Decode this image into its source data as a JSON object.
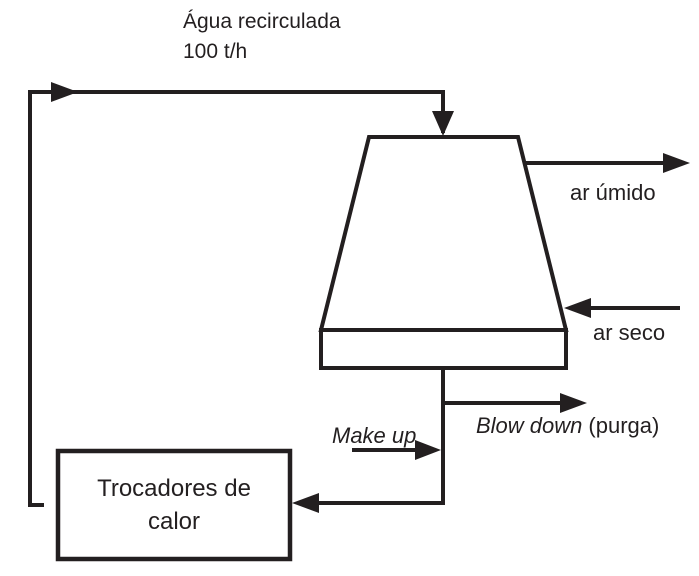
{
  "diagram": {
    "type": "process-flow-diagram",
    "subject": "cooling-tower-water-recirculation-loop",
    "labels": {
      "recirculated_water_line1": "Água recirculada",
      "recirculated_water_line2": "100 t/h",
      "humid_air": "ar úmido",
      "dry_air": "ar seco",
      "blow_down": "Blow down",
      "blow_down_suffix": "(purga)",
      "make_up": "Make up",
      "heat_exchangers_line1": "Trocadores de",
      "heat_exchangers_line2": "calor"
    },
    "colors": {
      "line": "#231f20",
      "text": "#231f20",
      "background": "#ffffff"
    }
  }
}
